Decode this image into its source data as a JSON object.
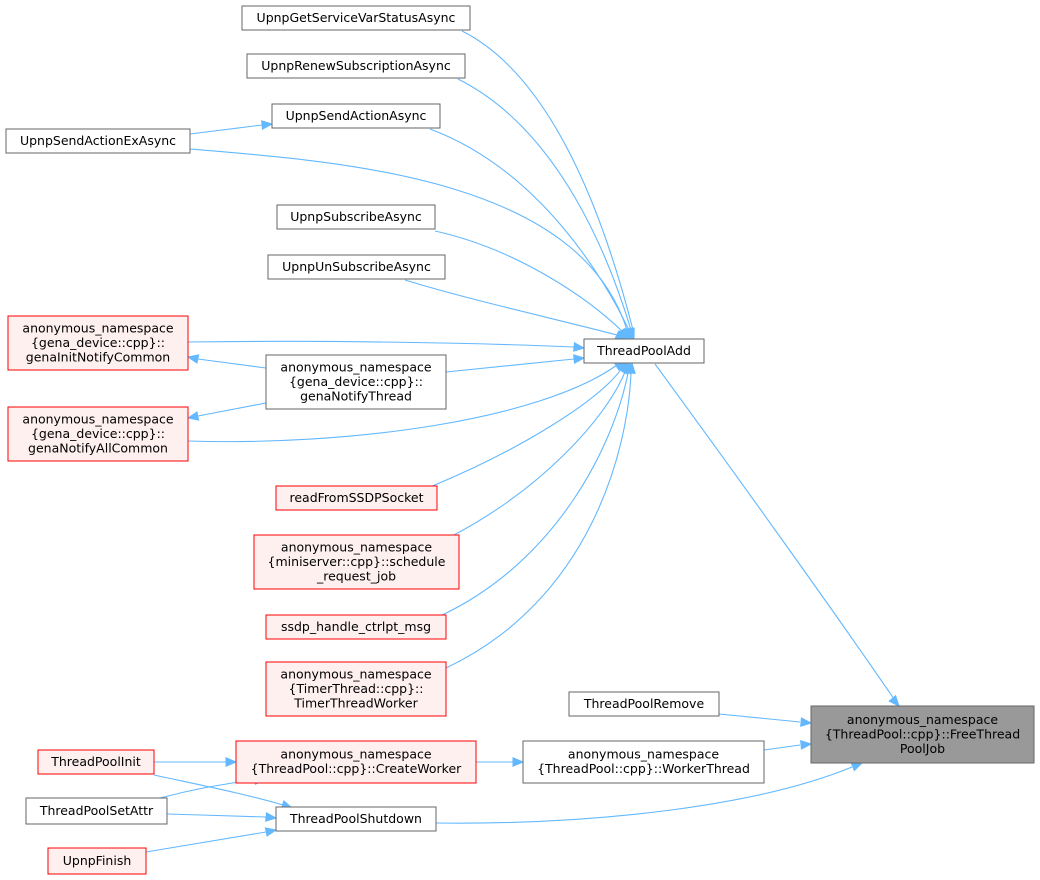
{
  "colors": {
    "normal_fill": "#ffffff",
    "normal_stroke": "#666666",
    "highlight_fill": "#fff0f0",
    "highlight_stroke": "#ff0000",
    "focus_fill": "#999999",
    "focus_stroke": "#666666",
    "edge": "#63b8ff"
  },
  "nodes": [
    {
      "id": "n_getsvc",
      "lines": [
        "UpnpGetServiceVarStatusAsync"
      ],
      "style": "normal"
    },
    {
      "id": "n_renew",
      "lines": [
        "UpnpRenewSubscriptionAsync"
      ],
      "style": "normal"
    },
    {
      "id": "n_sendact",
      "lines": [
        "UpnpSendActionAsync"
      ],
      "style": "normal"
    },
    {
      "id": "n_sendactex",
      "lines": [
        "UpnpSendActionExAsync"
      ],
      "style": "normal"
    },
    {
      "id": "n_subscribe",
      "lines": [
        "UpnpSubscribeAsync"
      ],
      "style": "normal"
    },
    {
      "id": "n_unsubscribe",
      "lines": [
        "UpnpUnSubscribeAsync"
      ],
      "style": "normal"
    },
    {
      "id": "n_initnotify",
      "lines": [
        "anonymous_namespace",
        "{gena_device::cpp}::",
        "genaInitNotifyCommon"
      ],
      "style": "highlight"
    },
    {
      "id": "n_notifythread",
      "lines": [
        "anonymous_namespace",
        "{gena_device::cpp}::",
        "genaNotifyThread"
      ],
      "style": "normal"
    },
    {
      "id": "n_notifyall",
      "lines": [
        "anonymous_namespace",
        "{gena_device::cpp}::",
        "genaNotifyAllCommon"
      ],
      "style": "highlight"
    },
    {
      "id": "n_readssdp",
      "lines": [
        "readFromSSDPSocket"
      ],
      "style": "highlight"
    },
    {
      "id": "n_schedule",
      "lines": [
        "anonymous_namespace",
        "{miniserver::cpp}::schedule",
        "_request_job"
      ],
      "style": "highlight"
    },
    {
      "id": "n_ssdpctrl",
      "lines": [
        "ssdp_handle_ctrlpt_msg"
      ],
      "style": "highlight"
    },
    {
      "id": "n_timer",
      "lines": [
        "anonymous_namespace",
        "{TimerThread::cpp}::",
        "TimerThreadWorker"
      ],
      "style": "highlight"
    },
    {
      "id": "n_tpadd",
      "lines": [
        "ThreadPoolAdd"
      ],
      "style": "normal"
    },
    {
      "id": "n_tpremove",
      "lines": [
        "ThreadPoolRemove"
      ],
      "style": "normal"
    },
    {
      "id": "n_freejob",
      "lines": [
        "anonymous_namespace",
        "{ThreadPool::cpp}::FreeThread",
        "PoolJob"
      ],
      "style": "focus"
    },
    {
      "id": "n_tpinit",
      "lines": [
        "ThreadPoolInit"
      ],
      "style": "highlight"
    },
    {
      "id": "n_createworker",
      "lines": [
        "anonymous_namespace",
        "{ThreadPool::cpp}::CreateWorker"
      ],
      "style": "highlight"
    },
    {
      "id": "n_workerthread",
      "lines": [
        "anonymous_namespace",
        "{ThreadPool::cpp}::WorkerThread"
      ],
      "style": "normal"
    },
    {
      "id": "n_tpsetattr",
      "lines": [
        "ThreadPoolSetAttr"
      ],
      "style": "normal"
    },
    {
      "id": "n_tpshutdown",
      "lines": [
        "ThreadPoolShutdown"
      ],
      "style": "normal"
    },
    {
      "id": "n_upnpfinish",
      "lines": [
        "UpnpFinish"
      ],
      "style": "highlight"
    }
  ],
  "edges": [
    {
      "from": "n_getsvc",
      "to": "n_tpadd"
    },
    {
      "from": "n_renew",
      "to": "n_tpadd"
    },
    {
      "from": "n_sendact",
      "to": "n_tpadd"
    },
    {
      "from": "n_sendactex",
      "to": "n_sendact"
    },
    {
      "from": "n_sendactex",
      "to": "n_tpadd"
    },
    {
      "from": "n_subscribe",
      "to": "n_tpadd"
    },
    {
      "from": "n_unsubscribe",
      "to": "n_tpadd"
    },
    {
      "from": "n_initnotify",
      "to": "n_tpadd"
    },
    {
      "from": "n_notifythread",
      "to": "n_initnotify"
    },
    {
      "from": "n_notifythread",
      "to": "n_notifyall"
    },
    {
      "from": "n_notifythread",
      "to": "n_tpadd"
    },
    {
      "from": "n_notifyall",
      "to": "n_tpadd"
    },
    {
      "from": "n_readssdp",
      "to": "n_tpadd"
    },
    {
      "from": "n_schedule",
      "to": "n_tpadd"
    },
    {
      "from": "n_ssdpctrl",
      "to": "n_tpadd"
    },
    {
      "from": "n_timer",
      "to": "n_tpadd"
    },
    {
      "from": "n_tpadd",
      "to": "n_freejob"
    },
    {
      "from": "n_tpremove",
      "to": "n_freejob"
    },
    {
      "from": "n_workerthread",
      "to": "n_freejob"
    },
    {
      "from": "n_tpshutdown",
      "to": "n_freejob"
    },
    {
      "from": "n_createworker",
      "to": "n_workerthread"
    },
    {
      "from": "n_tpinit",
      "to": "n_createworker"
    },
    {
      "from": "n_tpsetattr",
      "to": "n_createworker"
    },
    {
      "from": "n_tpinit",
      "to": "n_tpshutdown"
    },
    {
      "from": "n_tpsetattr",
      "to": "n_tpshutdown"
    },
    {
      "from": "n_upnpfinish",
      "to": "n_tpshutdown"
    }
  ]
}
